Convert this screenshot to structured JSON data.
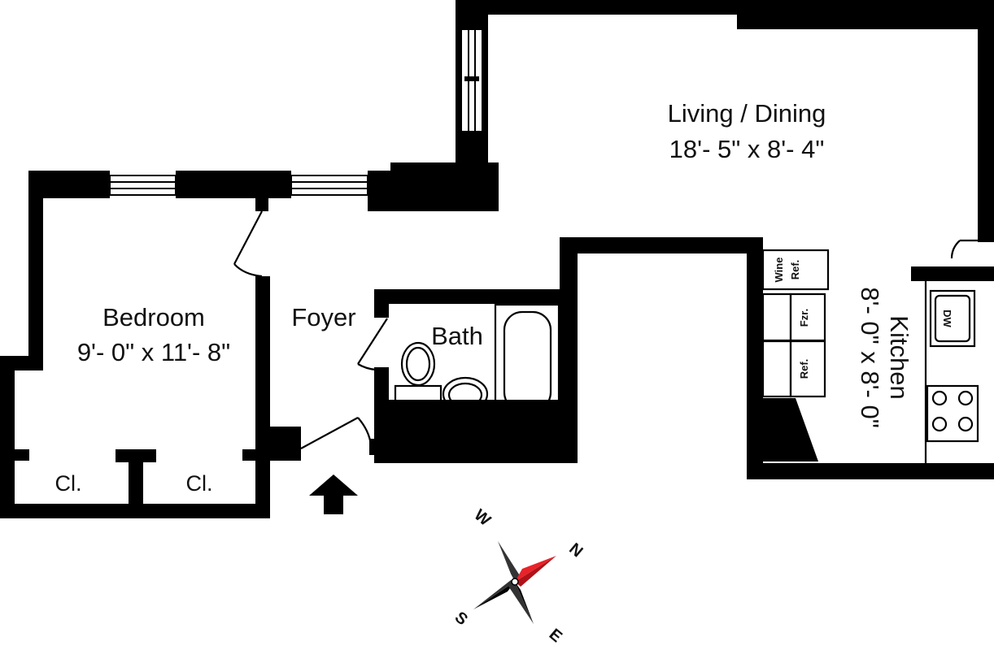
{
  "rooms": {
    "living": {
      "name": "Living / Dining",
      "size": "18'- 5\" x 8'- 4\""
    },
    "bedroom": {
      "name": "Bedroom",
      "size": "9'- 0\" x 11'- 8\""
    },
    "foyer": {
      "name": "Foyer"
    },
    "bath": {
      "name": "Bath"
    },
    "kitchen": {
      "name": "Kitchen",
      "size": "8'- 0\" x 8'- 0\""
    },
    "closets": [
      "Cl.",
      "Cl."
    ]
  },
  "appliances": {
    "wine_ref": [
      "Wine",
      "Ref."
    ],
    "freezer": "Fzr.",
    "refrigerator": "Ref.",
    "dishwasher": "DW"
  },
  "compass": {
    "north": "N",
    "south": "S",
    "east": "E",
    "west": "W"
  },
  "colors": {
    "wall": "#000000",
    "background": "#ffffff",
    "north_needle": "#e8232a"
  },
  "icons": {
    "entry": "entry-arrow-icon",
    "compass": "compass-rose-icon"
  }
}
